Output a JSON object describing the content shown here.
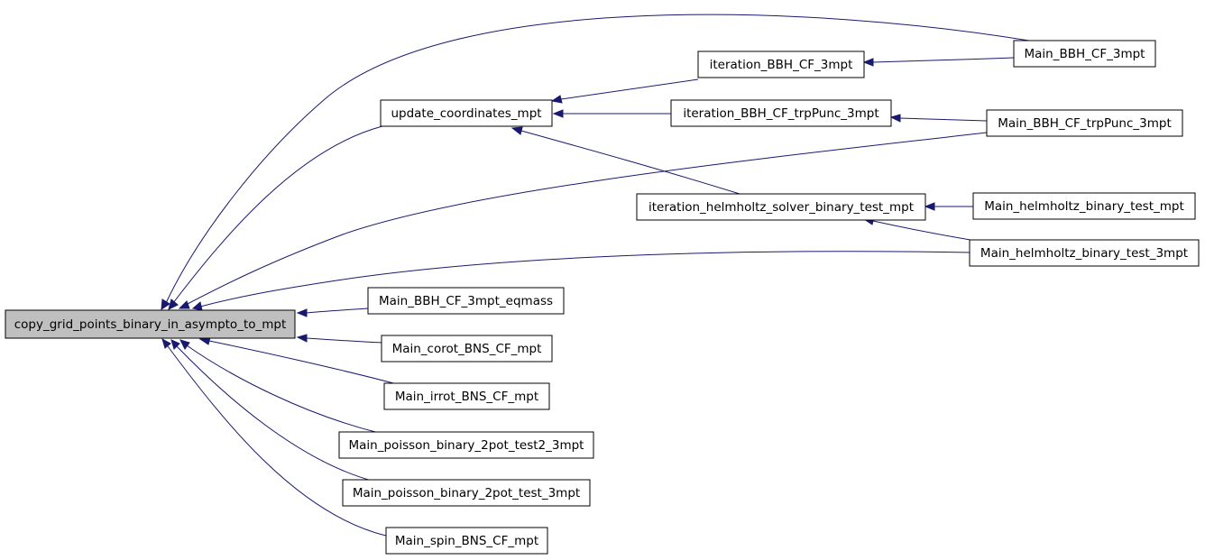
{
  "graph": {
    "nodes": {
      "root": "copy_grid_points_binary_in_asympto_to_mpt",
      "update": "update_coordinates_mpt",
      "iterBBH": "iteration_BBH_CF_3mpt",
      "iterBBHtrp": "iteration_BBH_CF_trpPunc_3mpt",
      "iterHelm": "iteration_helmholtz_solver_binary_test_mpt",
      "mainBBH": "Main_BBH_CF_3mpt",
      "mainBBHtrp": "Main_BBH_CF_trpPunc_3mpt",
      "mainHelm": "Main_helmholtz_binary_test_mpt",
      "mainHelm3": "Main_helmholtz_binary_test_3mpt",
      "mainBBHeq": "Main_BBH_CF_3mpt_eqmass",
      "mainCorot": "Main_corot_BNS_CF_mpt",
      "mainIrrot": "Main_irrot_BNS_CF_mpt",
      "mainPois2": "Main_poisson_binary_2pot_test2_3mpt",
      "mainPois": "Main_poisson_binary_2pot_test_3mpt",
      "mainSpin": "Main_spin_BNS_CF_mpt"
    },
    "edges": [
      {
        "from": "update",
        "to": "root"
      },
      {
        "from": "mainBBH",
        "to": "root"
      },
      {
        "from": "mainBBHtrp",
        "to": "root"
      },
      {
        "from": "mainHelm3",
        "to": "root"
      },
      {
        "from": "mainBBHeq",
        "to": "root"
      },
      {
        "from": "mainCorot",
        "to": "root"
      },
      {
        "from": "mainIrrot",
        "to": "root"
      },
      {
        "from": "mainPois2",
        "to": "root"
      },
      {
        "from": "mainPois",
        "to": "root"
      },
      {
        "from": "mainSpin",
        "to": "root"
      },
      {
        "from": "iterBBH",
        "to": "update"
      },
      {
        "from": "iterBBHtrp",
        "to": "update"
      },
      {
        "from": "iterHelm",
        "to": "update"
      },
      {
        "from": "mainBBH",
        "to": "iterBBH"
      },
      {
        "from": "mainBBHtrp",
        "to": "iterBBHtrp"
      },
      {
        "from": "mainHelm",
        "to": "iterHelm"
      },
      {
        "from": "mainHelm3",
        "to": "iterHelm"
      }
    ]
  }
}
